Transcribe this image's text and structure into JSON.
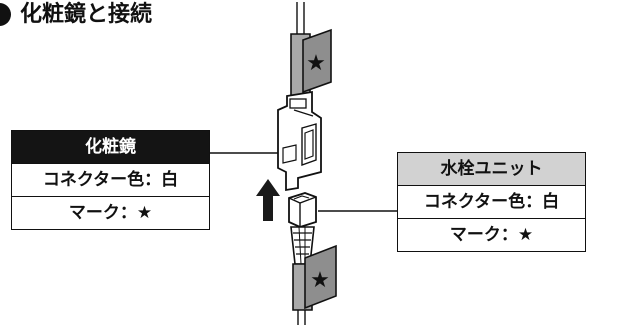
{
  "title": "化粧鏡と接続",
  "left_label": {
    "header": "化粧鏡",
    "connector": "コネクター色：白",
    "mark": "マーク：★"
  },
  "right_label": {
    "header": "水栓ユニット",
    "connector": "コネクター色：白",
    "mark": "マーク：★"
  },
  "star_glyph": "★",
  "colors": {
    "dark_header": "#141414",
    "gray_header": "#d2d2d2",
    "line": "#111111",
    "tag_fill": "#8e8e8e",
    "cable_fill": "#a9a9a9"
  }
}
